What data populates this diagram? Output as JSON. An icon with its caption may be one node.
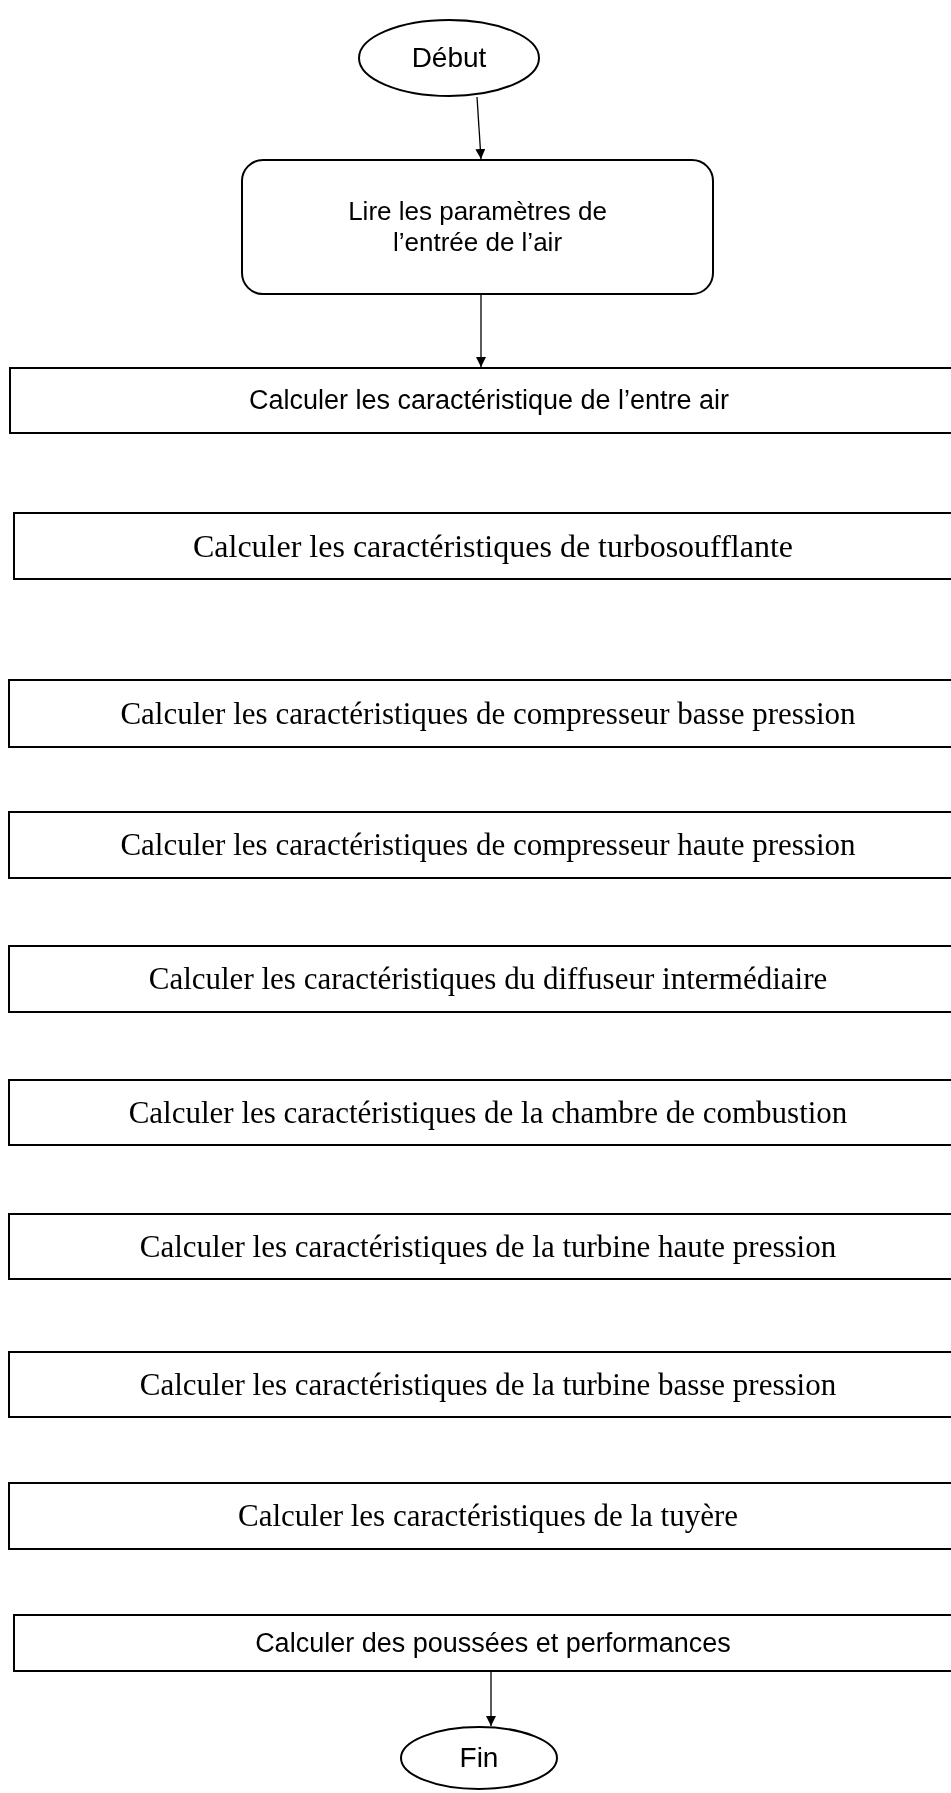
{
  "diagram": {
    "nodes": [
      {
        "text": [
          "Début"
        ]
      },
      {
        "text": [
          "Lire les paramètres de l’entrée de l’air"
        ]
      },
      {
        "text": [
          "Calculer les caractéristique de l’entre air"
        ]
      },
      {
        "text": [
          "Calculer les caractéristiques de turbosoufflante"
        ]
      },
      {
        "text": [
          "Calculer les caractéristiques de compresseur basse pression"
        ]
      },
      {
        "text": [
          "Calculer les caractéristiques de compresseur haute pression"
        ]
      },
      {
        "text": [
          "Calculer les caractéristiques du diffuseur intermédiaire"
        ]
      },
      {
        "text": [
          "Calculer les caractéristiques de la chambre de combustion"
        ]
      },
      {
        "text": [
          "Calculer les caractéristiques de la turbine haute pression"
        ]
      },
      {
        "text": [
          "Calculer les caractéristiques de la turbine basse pression"
        ]
      },
      {
        "text": [
          "Calculer les caractéristiques de la tuyère"
        ]
      },
      {
        "text": [
          "Calculer des poussées et performances"
        ]
      },
      {
        "text": [
          "Fin"
        ]
      }
    ],
    "edges": [
      {
        "from": 0,
        "to": 1,
        "arrow": "to"
      },
      {
        "from": 1,
        "to": 2,
        "arrow": "to"
      },
      {
        "from": 11,
        "to": 12,
        "arrow": "to"
      }
    ]
  }
}
